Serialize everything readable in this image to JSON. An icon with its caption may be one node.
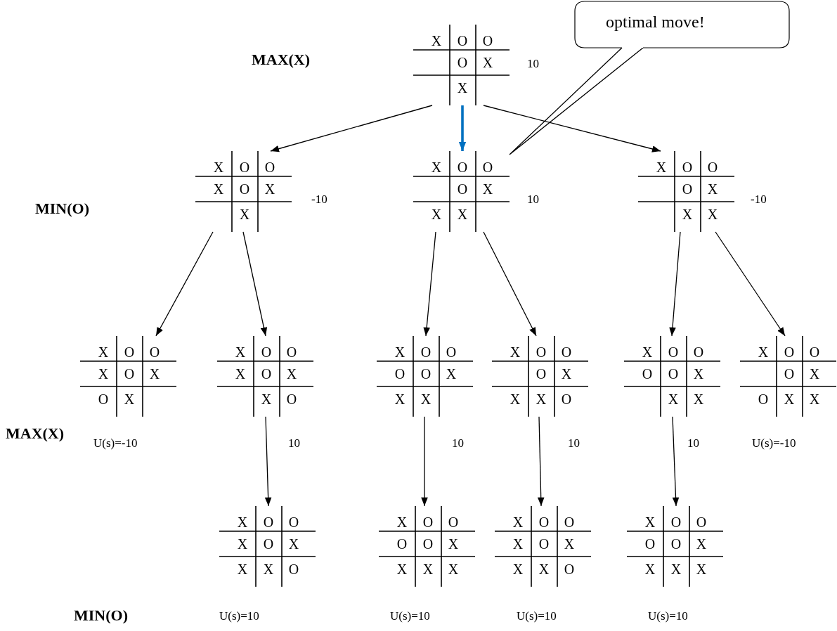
{
  "diagram": {
    "nodes": [
      {
        "text": [
          "X",
          "O",
          "O",
          "O",
          "X",
          "X"
        ],
        "beside": [
          "10"
        ]
      },
      {
        "text": [
          "X",
          "O",
          "O",
          "X",
          "O",
          "X",
          "X"
        ],
        "beside": [
          "-10"
        ]
      },
      {
        "text": [
          "X",
          "O",
          "O",
          "O",
          "X",
          "X",
          "X"
        ],
        "beside": [
          "10"
        ]
      },
      {
        "text": [
          "X",
          "O",
          "O",
          "O",
          "X",
          "X",
          "X"
        ],
        "beside": [
          "-10"
        ]
      },
      {
        "text": [
          "X",
          "O",
          "O",
          "X",
          "O",
          "X",
          "O",
          "X"
        ],
        "beside": [
          "U(s)=-10"
        ]
      },
      {
        "text": [
          "X",
          "O",
          "O",
          "X",
          "O",
          "X",
          "X",
          "O"
        ],
        "beside": [
          "10"
        ]
      },
      {
        "text": [
          "X",
          "O",
          "O",
          "O",
          "O",
          "X",
          "X",
          "X"
        ],
        "beside": [
          "10"
        ]
      },
      {
        "text": [
          "X",
          "O",
          "O",
          "O",
          "X",
          "X",
          "X",
          "O"
        ],
        "beside": [
          "10"
        ]
      },
      {
        "text": [
          "X",
          "O",
          "O",
          "O",
          "O",
          "X",
          "X",
          "X"
        ],
        "beside": [
          "10"
        ]
      },
      {
        "text": [
          "X",
          "O",
          "O",
          "O",
          "X",
          "O",
          "X",
          "X"
        ],
        "beside": [
          "U(s)=-10"
        ]
      },
      {
        "text": [
          "X",
          "O",
          "O",
          "X",
          "O",
          "X",
          "X",
          "X",
          "O"
        ],
        "beside": [
          "U(s)=10"
        ]
      },
      {
        "text": [
          "X",
          "O",
          "O",
          "O",
          "O",
          "X",
          "X",
          "X",
          "X"
        ],
        "beside": [
          "U(s)=10"
        ]
      },
      {
        "text": [
          "X",
          "O",
          "O",
          "X",
          "O",
          "X",
          "X",
          "X",
          "O"
        ],
        "beside": [
          "U(s)=10"
        ]
      },
      {
        "text": [
          "X",
          "O",
          "O",
          "O",
          "O",
          "X",
          "X",
          "X",
          "X"
        ],
        "beside": [
          "U(s)=10"
        ]
      },
      {
        "text": [
          "optimal move!"
        ]
      }
    ],
    "edges": [
      {
        "from": 0,
        "to": 1,
        "arrow": "to"
      },
      {
        "from": 0,
        "to": 2,
        "arrow": "to",
        "style": "thick",
        "color": "#0070c0"
      },
      {
        "from": 0,
        "to": 3,
        "arrow": "to"
      },
      {
        "from": 1,
        "to": 4,
        "arrow": "to"
      },
      {
        "from": 1,
        "to": 5,
        "arrow": "to"
      },
      {
        "from": 2,
        "to": 6,
        "arrow": "to"
      },
      {
        "from": 2,
        "to": 7,
        "arrow": "to"
      },
      {
        "from": 3,
        "to": 8,
        "arrow": "to"
      },
      {
        "from": 3,
        "to": 9,
        "arrow": "to"
      },
      {
        "from": 5,
        "to": 10,
        "arrow": "to"
      },
      {
        "from": 6,
        "to": 11,
        "arrow": "to"
      },
      {
        "from": 7,
        "to": 12,
        "arrow": "to"
      },
      {
        "from": 8,
        "to": 13,
        "arrow": "to"
      },
      {
        "from": 14,
        "to": 2,
        "arrow": "none"
      }
    ],
    "labels": [
      "MAX(X)",
      "MIN(O)",
      "MAX(X)",
      "MIN(O)"
    ]
  }
}
